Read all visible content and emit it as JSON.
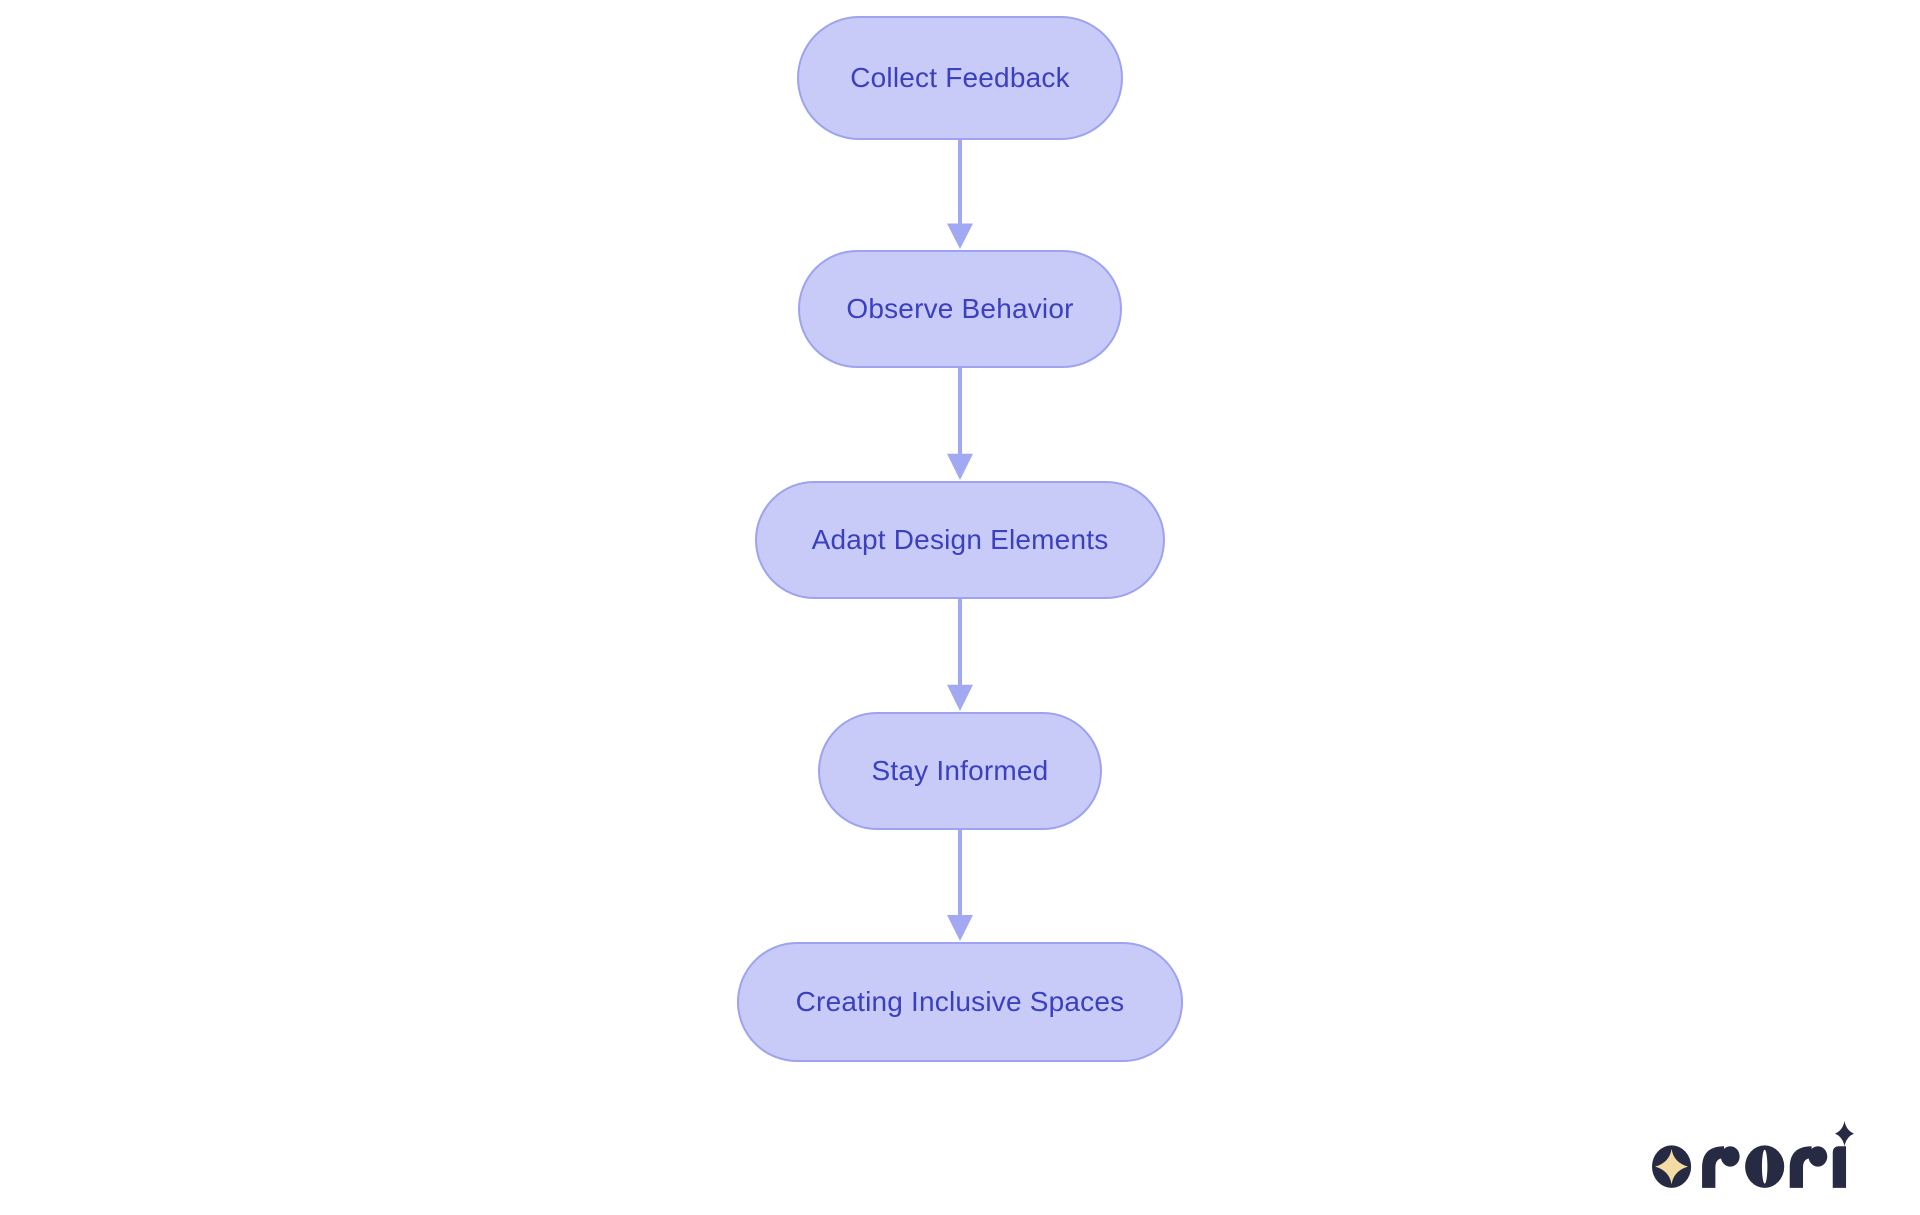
{
  "colors": {
    "background": "#ffffff",
    "node_fill": "#c8cbf8",
    "node_border": "#9da3ef",
    "node_text": "#3b40bf",
    "arrow": "#a3a8f2",
    "logo_navy": "#262a43",
    "logo_gold": "#f3dba4"
  },
  "flowchart": {
    "type": "flowchart",
    "direction": "top-down",
    "nodes": [
      {
        "label": "Collect Feedback"
      },
      {
        "label": "Observe Behavior"
      },
      {
        "label": "Adapt Design Elements"
      },
      {
        "label": "Stay Informed"
      },
      {
        "label": "Creating Inclusive Spaces"
      }
    ],
    "edges": [
      {
        "from": "Collect Feedback",
        "to": "Observe Behavior"
      },
      {
        "from": "Observe Behavior",
        "to": "Adapt Design Elements"
      },
      {
        "from": "Adapt Design Elements",
        "to": "Stay Informed"
      },
      {
        "from": "Stay Informed",
        "to": "Creating Inclusive Spaces"
      }
    ]
  },
  "branding": {
    "logo_text": "rori",
    "logo_mark": "four-point-star-in-circle",
    "logo_accent": "four-point-star"
  }
}
